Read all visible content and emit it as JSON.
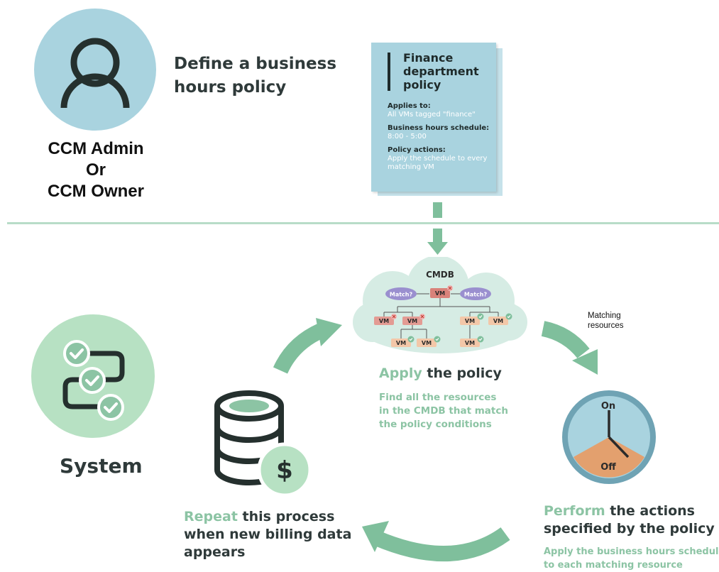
{
  "admin": {
    "role_line1": "CCM Admin",
    "role_line2": "Or",
    "role_line3": "CCM Owner",
    "title_accent": "Define",
    "title_rest": " a business hours policy"
  },
  "policy_card": {
    "title": "Finance department policy",
    "applies_label": "Applies to:",
    "applies_value": "All VMs tagged \"finance\"",
    "schedule_label": "Business hours schedule:",
    "schedule_value": "8:00 - 5:00",
    "actions_label": "Policy actions:",
    "actions_value": "Apply the schedule to every matching VM"
  },
  "cmdb": {
    "label": "CMDB",
    "match_label": "Match?",
    "vm_label": "VM"
  },
  "apply": {
    "title_accent": "Apply",
    "title_rest": " the policy",
    "desc_line1": "Find all the resources",
    "desc_line2": "in the CMDB that match",
    "desc_line3": "the policy conditions"
  },
  "matching_label_line1": "Matching",
  "matching_label_line2": "resources",
  "clock": {
    "on_label": "On",
    "off_label": "Off"
  },
  "perform": {
    "title_accent": "Perform",
    "title_rest": " the actions",
    "title_line2": "specified by the policy",
    "desc_line1": "Apply the business hours schedule",
    "desc_line2": "to each matching resource"
  },
  "repeat": {
    "title_accent": "Repeat",
    "title_rest": " this process",
    "title_line2": "when new billing data",
    "title_line3": "appears",
    "currency_symbol": "$"
  },
  "system": {
    "label": "System"
  },
  "colors": {
    "light_blue": "#a9d3df",
    "mint": "#b7e1c3",
    "green_accent": "#8cc4a4",
    "arrow_green": "#7fbf9c",
    "vm_red": "#e39b93",
    "vm_peach": "#f3c7a8",
    "match_purple": "#9a8fcf",
    "clock_off": "#e3a06e"
  }
}
